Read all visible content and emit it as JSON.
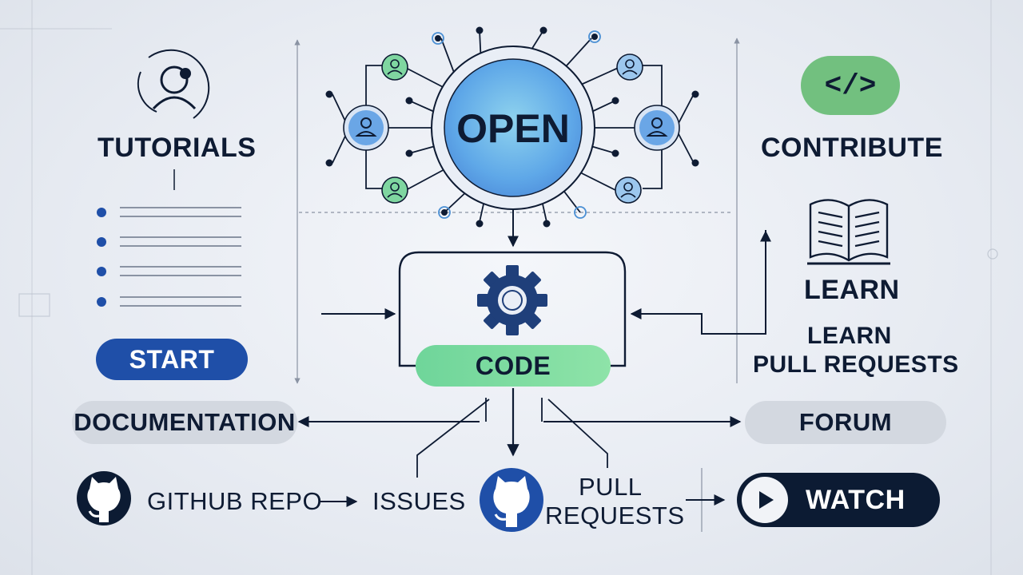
{
  "center": {
    "open_label": "OPEN",
    "code_label": "CODE"
  },
  "left": {
    "tutorials_label": "TUTORIALS",
    "start_label": "START",
    "documentation_label": "DOCUMENTATION"
  },
  "right": {
    "contribute_label": "CONTRIBUTE",
    "learn_label": "LEARN",
    "learn_pr_line1": "LEARN",
    "learn_pr_line2": "PULL REQUESTS",
    "forum_label": "FORUM"
  },
  "bottom": {
    "github_repo_label": "GITHUB REPO",
    "issues_label": "ISSUES",
    "pull_requests_line1": "PULL",
    "pull_requests_line2": "REQUESTS",
    "watch_label": "WATCH"
  },
  "icons": {
    "contribute": "code-brackets-icon",
    "tutorials": "user-avatar-icon",
    "learn": "open-book-icon",
    "code": "gear-icon",
    "github": "github-octocat-icon",
    "watch": "play-icon"
  },
  "colors": {
    "navy": "#0e1b33",
    "blue": "#1f4fa8",
    "green": "#72c07f",
    "light_blue": "#7fb7ee",
    "pill_gray": "#d3d8e0"
  }
}
